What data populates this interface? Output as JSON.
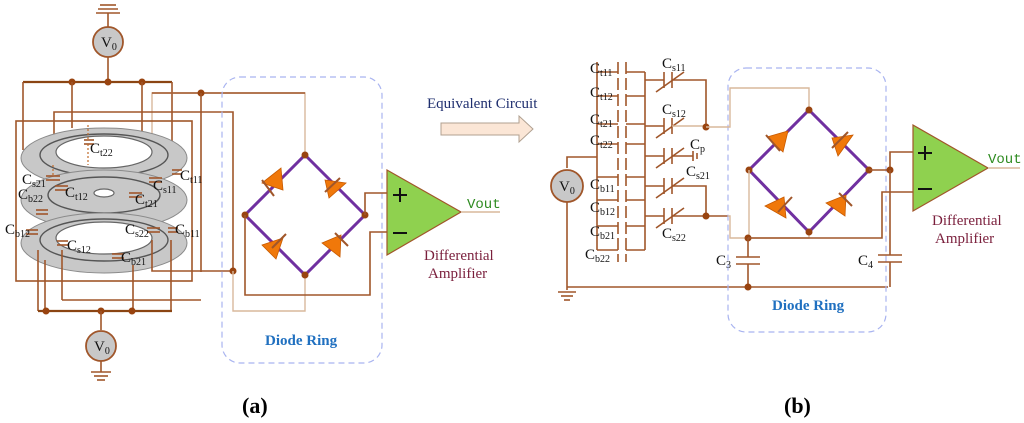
{
  "figure": {
    "panel_a": {
      "label": "(a)",
      "source_top": {
        "name": "V",
        "sub": "0"
      },
      "source_bottom": {
        "name": "V",
        "sub": "0"
      },
      "capacitors": [
        {
          "name": "C",
          "sub": "t22"
        },
        {
          "name": "C",
          "sub": "s21"
        },
        {
          "name": "C",
          "sub": "t12"
        },
        {
          "name": "C",
          "sub": "t21"
        },
        {
          "name": "C",
          "sub": "s11"
        },
        {
          "name": "C",
          "sub": "t11"
        },
        {
          "name": "C",
          "sub": "b22"
        },
        {
          "name": "C",
          "sub": "b12"
        },
        {
          "name": "C",
          "sub": "s12"
        },
        {
          "name": "C",
          "sub": "s22"
        },
        {
          "name": "C",
          "sub": "b21"
        },
        {
          "name": "C",
          "sub": "b11"
        }
      ],
      "diode_ring_label": "Diode Ring",
      "amplifier": {
        "plus": "+",
        "minus": "−",
        "output": "Vout",
        "label_line1": "Differential",
        "label_line2": "Amplifier"
      }
    },
    "arrow_label": "Equivalent Circuit",
    "panel_b": {
      "label": "(b)",
      "source": {
        "name": "V",
        "sub": "0"
      },
      "fixed_capacitors": [
        {
          "name": "C",
          "sub": "t11"
        },
        {
          "name": "C",
          "sub": "t12"
        },
        {
          "name": "C",
          "sub": "t21"
        },
        {
          "name": "C",
          "sub": "t22"
        },
        {
          "name": "C",
          "sub": "b11"
        },
        {
          "name": "C",
          "sub": "b12"
        },
        {
          "name": "C",
          "sub": "b21"
        },
        {
          "name": "C",
          "sub": "b22"
        }
      ],
      "variable_capacitors": [
        {
          "name": "C",
          "sub": "s11"
        },
        {
          "name": "C",
          "sub": "s12"
        },
        {
          "name": "C",
          "sub": "p"
        },
        {
          "name": "C",
          "sub": "s21"
        },
        {
          "name": "C",
          "sub": "s22"
        }
      ],
      "c3": {
        "name": "C",
        "sub": "3"
      },
      "c4": {
        "name": "C",
        "sub": "4"
      },
      "diode_ring_label": "Diode Ring",
      "amplifier": {
        "plus": "+",
        "minus": "−",
        "output": "Vout",
        "label_line1": "Differential",
        "label_line2": "Amplifier"
      }
    }
  },
  "colors": {
    "wire": "#a0562a",
    "diode_ring": "#7030a0",
    "diode": "#f0780a",
    "amplifier": "#8fd14f",
    "diode_ring_label": "#2070c0",
    "amplifier_label": "#7a1f3c",
    "vout": "#2e8b20",
    "dashed_box": "#a9b4f0"
  }
}
